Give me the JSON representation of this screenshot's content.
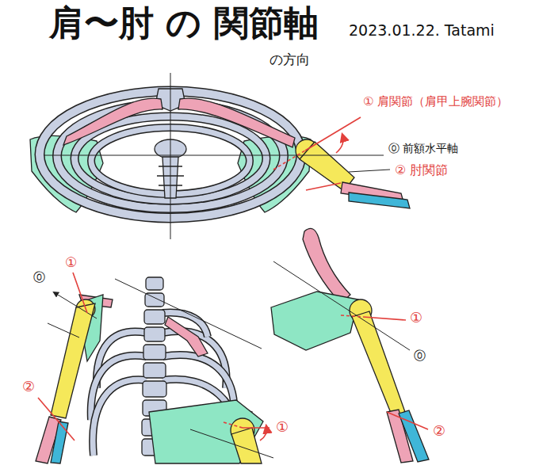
{
  "diagram": {
    "title": "肩〜肘 の 関節軸",
    "labels": [
      "の方向",
      "2023.01.22. Tatami",
      "① 肩関節（肩甲上腕関節）",
      "⓪ 前額水平軸",
      "② 肘関節",
      "①",
      "⓪",
      "②",
      "①",
      "①",
      "⓪",
      "②"
    ]
  }
}
